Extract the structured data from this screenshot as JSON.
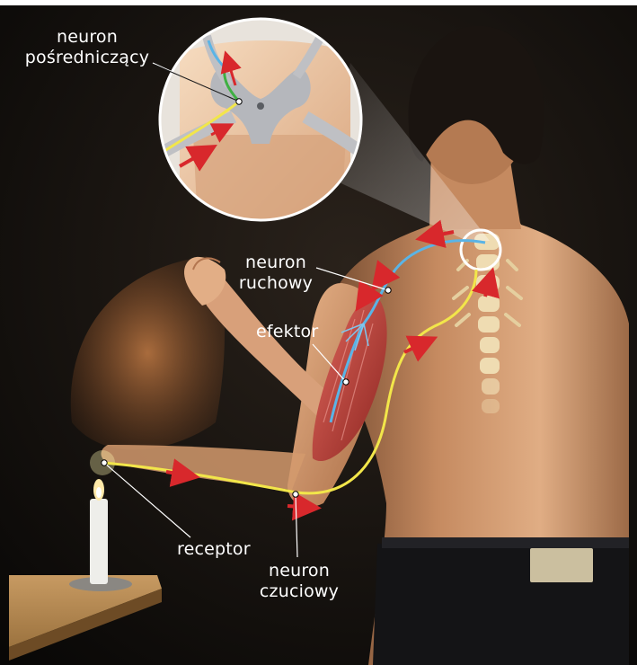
{
  "labels": {
    "interneuron": {
      "line1": "neuron",
      "line2": "pośredniczący"
    },
    "motor_neuron": {
      "line1": "neuron",
      "line2": "ruchowy"
    },
    "effector": "efektor",
    "receptor": "receptor",
    "sensory_neuron": {
      "line1": "neuron",
      "line2": "czuciowy"
    }
  },
  "colors": {
    "background": "#0b0907",
    "skin": "#d9a37a",
    "sensory_path": "#f2e64a",
    "motor_path": "#5ab4e6",
    "interneuron_path": "#3fb043",
    "impulse_arrow": "#d8282c",
    "muscle": "#c4423b",
    "spine": "#efdcb2",
    "label_text": "#ffffff"
  }
}
